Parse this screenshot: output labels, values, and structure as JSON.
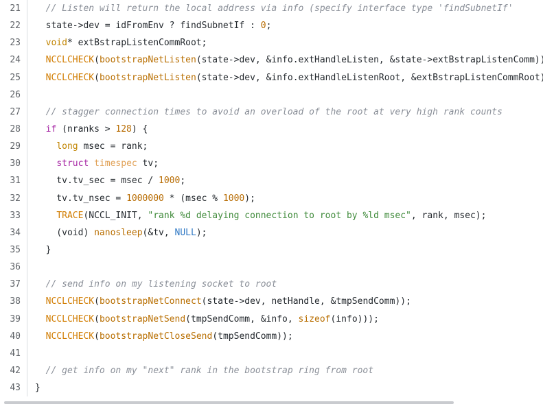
{
  "editor": {
    "lines": [
      {
        "number": "21",
        "tokens": [
          {
            "text": "  "
          },
          {
            "text": "// Listen will return the local address via info (specify interface type 'findSubnetIf'",
            "kind": "comment"
          }
        ]
      },
      {
        "number": "22",
        "tokens": [
          {
            "text": "  state->dev = idFromEnv ? findSubnetIf : "
          },
          {
            "text": "0",
            "kind": "number"
          },
          {
            "text": ";"
          }
        ]
      },
      {
        "number": "23",
        "tokens": [
          {
            "text": "  "
          },
          {
            "text": "void",
            "kind": "type"
          },
          {
            "text": "* extBstrapListenCommRoot;"
          }
        ]
      },
      {
        "number": "24",
        "tokens": [
          {
            "text": "  "
          },
          {
            "text": "NCCLCHECK",
            "kind": "macro"
          },
          {
            "text": "("
          },
          {
            "text": "bootstrapNetListen",
            "kind": "func"
          },
          {
            "text": "(state->dev, &info.extHandleListen, &state->extBstrapListenComm));"
          }
        ]
      },
      {
        "number": "25",
        "tokens": [
          {
            "text": "  "
          },
          {
            "text": "NCCLCHECK",
            "kind": "macro"
          },
          {
            "text": "("
          },
          {
            "text": "bootstrapNetListen",
            "kind": "func"
          },
          {
            "text": "(state->dev, &info.extHandleListenRoot, &extBstrapListenCommRoot));"
          }
        ]
      },
      {
        "number": "26",
        "tokens": []
      },
      {
        "number": "27",
        "tokens": [
          {
            "text": "  "
          },
          {
            "text": "// stagger connection times to avoid an overload of the root at very high rank counts",
            "kind": "comment"
          }
        ]
      },
      {
        "number": "28",
        "tokens": [
          {
            "text": "  "
          },
          {
            "text": "if",
            "kind": "keyword"
          },
          {
            "text": " (nranks > "
          },
          {
            "text": "128",
            "kind": "number"
          },
          {
            "text": ") {"
          }
        ]
      },
      {
        "number": "29",
        "tokens": [
          {
            "text": "    "
          },
          {
            "text": "long",
            "kind": "type"
          },
          {
            "text": " msec = rank;"
          }
        ]
      },
      {
        "number": "30",
        "tokens": [
          {
            "text": "    "
          },
          {
            "text": "struct",
            "kind": "keyword"
          },
          {
            "text": " "
          },
          {
            "text": "timespec",
            "kind": "class"
          },
          {
            "text": " tv;"
          }
        ]
      },
      {
        "number": "31",
        "tokens": [
          {
            "text": "    tv.tv_sec = msec / "
          },
          {
            "text": "1000",
            "kind": "number"
          },
          {
            "text": ";"
          }
        ]
      },
      {
        "number": "32",
        "tokens": [
          {
            "text": "    tv.tv_nsec = "
          },
          {
            "text": "1000000",
            "kind": "number"
          },
          {
            "text": " * (msec % "
          },
          {
            "text": "1000",
            "kind": "number"
          },
          {
            "text": ");"
          }
        ]
      },
      {
        "number": "33",
        "tokens": [
          {
            "text": "    "
          },
          {
            "text": "TRACE",
            "kind": "macro"
          },
          {
            "text": "(NCCL_INIT, "
          },
          {
            "text": "\"rank %d delaying connection to root by %ld msec\"",
            "kind": "string"
          },
          {
            "text": ", rank, msec);"
          }
        ]
      },
      {
        "number": "34",
        "tokens": [
          {
            "text": "    (void) "
          },
          {
            "text": "nanosleep",
            "kind": "func"
          },
          {
            "text": "(&tv, "
          },
          {
            "text": "NULL",
            "kind": "const"
          },
          {
            "text": ");"
          }
        ]
      },
      {
        "number": "35",
        "tokens": [
          {
            "text": "  }"
          }
        ]
      },
      {
        "number": "36",
        "tokens": []
      },
      {
        "number": "37",
        "tokens": [
          {
            "text": "  "
          },
          {
            "text": "// send info on my listening socket to root",
            "kind": "comment"
          }
        ]
      },
      {
        "number": "38",
        "tokens": [
          {
            "text": "  "
          },
          {
            "text": "NCCLCHECK",
            "kind": "macro"
          },
          {
            "text": "("
          },
          {
            "text": "bootstrapNetConnect",
            "kind": "func"
          },
          {
            "text": "(state->dev, netHandle, &tmpSendComm));"
          }
        ]
      },
      {
        "number": "39",
        "tokens": [
          {
            "text": "  "
          },
          {
            "text": "NCCLCHECK",
            "kind": "macro"
          },
          {
            "text": "("
          },
          {
            "text": "bootstrapNetSend",
            "kind": "func"
          },
          {
            "text": "(tmpSendComm, &info, "
          },
          {
            "text": "sizeof",
            "kind": "func"
          },
          {
            "text": "(info)));"
          }
        ]
      },
      {
        "number": "40",
        "tokens": [
          {
            "text": "  "
          },
          {
            "text": "NCCLCHECK",
            "kind": "macro"
          },
          {
            "text": "("
          },
          {
            "text": "bootstrapNetCloseSend",
            "kind": "func"
          },
          {
            "text": "(tmpSendComm));"
          }
        ]
      },
      {
        "number": "41",
        "tokens": []
      },
      {
        "number": "42",
        "tokens": [
          {
            "text": "  "
          },
          {
            "text": "// get info on my \"next\" rank in the bootstrap ring from root",
            "kind": "comment"
          }
        ]
      },
      {
        "number": "43",
        "tokens": [
          {
            "text": "}"
          }
        ]
      }
    ]
  }
}
